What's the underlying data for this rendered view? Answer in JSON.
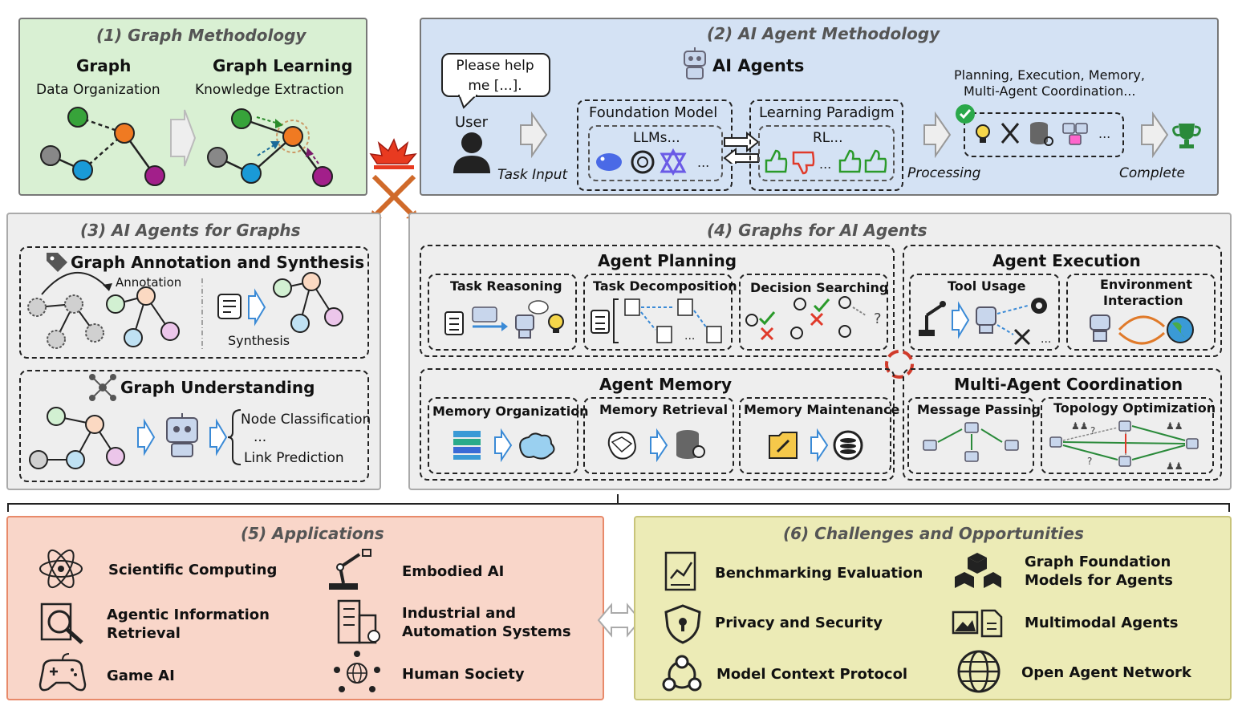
{
  "p1": {
    "title": "(1) Graph Methodology",
    "graph": "Graph",
    "graph_sub": "Data Organization",
    "gl": "Graph Learning",
    "gl_sub": "Knowledge Extraction"
  },
  "p2": {
    "title": "(2) AI Agent Methodology",
    "bubble": "Please help me [...].",
    "user": "User",
    "task_input": "Task Input",
    "agents": "AI Agents",
    "fm": "Foundation Model",
    "llms": "LLMs...",
    "lp": "Learning Paradigm",
    "rl": "RL...",
    "processing": "Processing",
    "pem": "Planning, Execution, Memory,",
    "mac": "Multi-Agent Coordination...",
    "dots": "...",
    "complete": "Complete"
  },
  "p3": {
    "title": "(3) AI Agents for Graphs",
    "annot_title": "Graph Annotation and Synthesis",
    "annotation": "Annotation",
    "synthesis": "Synthesis",
    "und_title": "Graph Understanding",
    "node_cls": "Node Classification",
    "ellipsis": "...",
    "link_pred": "Link Prediction"
  },
  "p4": {
    "title": "(4) Graphs for AI Agents",
    "planning": "Agent Planning",
    "task_reasoning": "Task Reasoning",
    "task_decomp": "Task Decomposition",
    "decision_search": "Decision Searching",
    "execution": "Agent Execution",
    "tool_usage": "Tool Usage",
    "env_inter_1": "Environment",
    "env_inter_2": "Interaction",
    "memory": "Agent Memory",
    "mem_org": "Memory Organization",
    "mem_ret": "Memory Retrieval",
    "mem_main": "Memory Maintenance",
    "mac": "Multi-Agent Coordination",
    "msg": "Message Passing",
    "topo": "Topology Optimization"
  },
  "p5": {
    "title": "(5) Applications",
    "items": [
      "Scientific Computing",
      "Embodied AI",
      "Agentic Information Retrieval",
      "Industrial and Automation Systems",
      "Game AI",
      "Human Society"
    ]
  },
  "p6": {
    "title": "(6) Challenges and Opportunities",
    "items": [
      "Benchmarking Evaluation",
      "Graph Foundation Models for Agents",
      "Privacy and Security",
      "Multimodal Agents",
      "Model Context Protocol",
      "Open Agent Network"
    ]
  },
  "colors": {
    "green_bg": "#d9f0d3",
    "blue_bg": "#d4e2f4",
    "gray_bg": "#eeeeee",
    "orange_bg": "#f9d6c9",
    "yellow_bg": "#ecebb6",
    "node_orange": "#f07a22",
    "node_blue": "#1a9ad7",
    "node_purple": "#a21f8a",
    "node_green": "#37a33a"
  }
}
